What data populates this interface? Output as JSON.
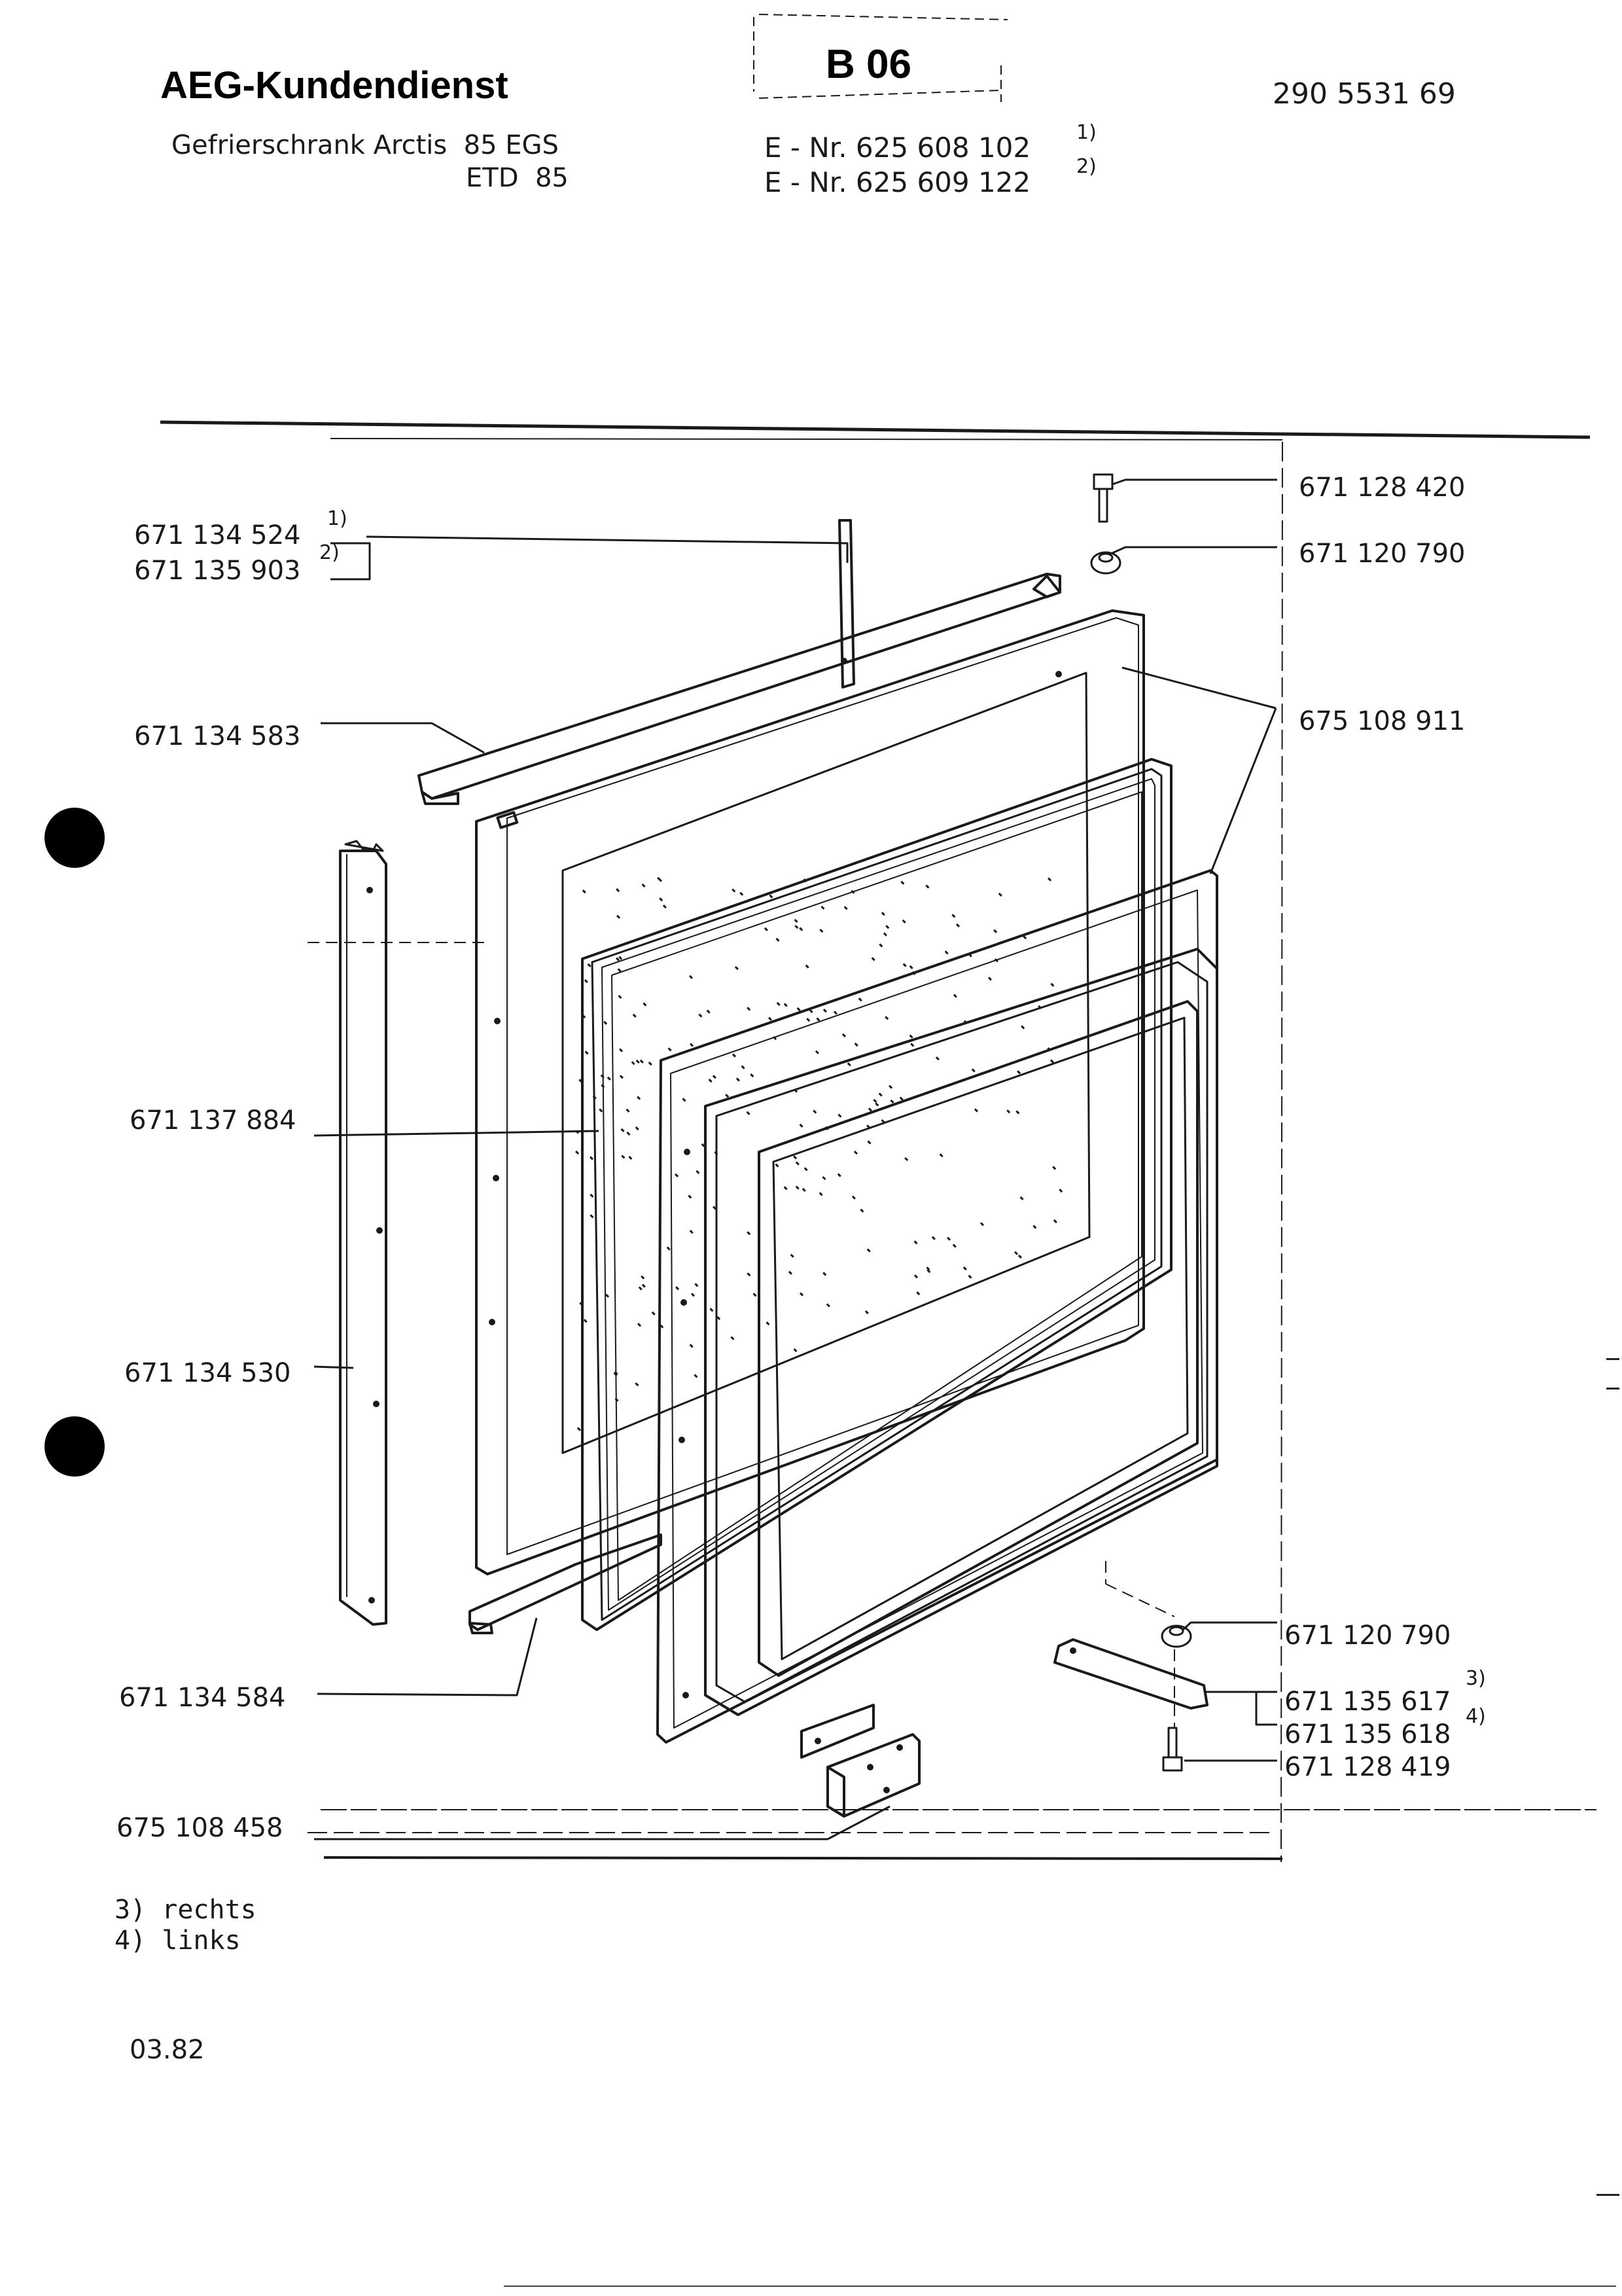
{
  "header": {
    "brand": "AEG-Kundendienst",
    "page_code": "B 06",
    "doc_number": "290 5531 69",
    "model_line1": "Gefrierschrank Arctis  85 EGS",
    "model_line2": "ETD  85",
    "enr1": "E - Nr. 625 608 102",
    "enr1_sup": "1)",
    "enr2": "E - Nr. 625 609 122",
    "enr2_sup": "2)"
  },
  "parts": {
    "p_524": "671 134 524",
    "p_524_sup": "1)",
    "p_903": "671 135 903",
    "p_903_sup": "2)",
    "p_583": "671 134 583",
    "p_884": "671 137 884",
    "p_530": "671 134 530",
    "p_584": "671 134 584",
    "p_458": "675 108 458",
    "p_420": "671 128 420",
    "p_790a": "671 120 790",
    "p_911": "675 108 911",
    "p_790b": "671 120 790",
    "p_617": "671 135 617",
    "p_617_sup": "3)",
    "p_618": "671 135 618",
    "p_618_sup": "4)",
    "p_419": "671 128 419"
  },
  "footnotes": {
    "n3": "3) rechts",
    "n4": "4) links"
  },
  "date": "03.82"
}
